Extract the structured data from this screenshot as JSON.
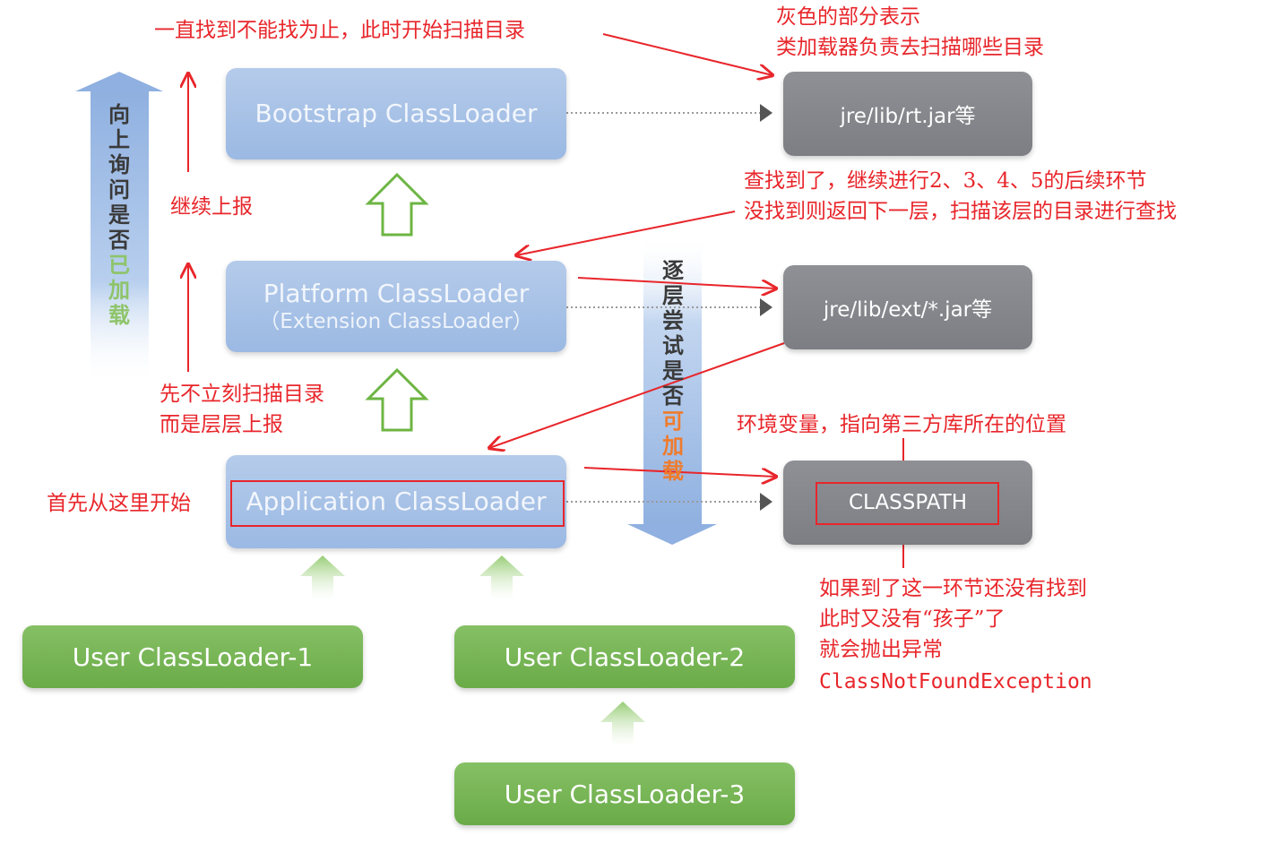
{
  "nodes": {
    "bootstrap": "Bootstrap ClassLoader",
    "platform": "Platform ClassLoader",
    "platform_sub": "（Extension ClassLoader）",
    "application": "Application ClassLoader",
    "user1": "User ClassLoader-1",
    "user2": "User ClassLoader-2",
    "user3": "User ClassLoader-3",
    "dir_rt": "jre/lib/rt.jar等",
    "dir_ext": "jre/lib/ext/*.jar等",
    "dir_classpath": "CLASSPATH"
  },
  "side_labels": {
    "up_ask": [
      "向",
      "上",
      "询",
      "问",
      "是",
      "否"
    ],
    "up_ask_loaded": [
      "已",
      "加",
      "载"
    ],
    "down_try": [
      "逐",
      "层",
      "尝",
      "试",
      "是",
      "否"
    ],
    "down_try_loadable": [
      "可",
      "加",
      "载"
    ]
  },
  "annotations": {
    "top": "一直找到不能找为止，此时开始扫描目录",
    "gray_meaning_1": "灰色的部分表示",
    "gray_meaning_2": "类加载器负责去扫描哪些目录",
    "continue_report": "继续上报",
    "found_1": "查找到了，继续进行2、3、4、5的后续环节",
    "found_2": "没找到则返回下一层，扫描该层的目录进行查找",
    "first_1": "先不立刻扫描目录",
    "first_2": "而是层层上报",
    "env_var": "环境变量，指向第三方库所在的位置",
    "start_here": "首先从这里开始",
    "notfound_1": "如果到了这一环节还没有找到",
    "notfound_2": "此时又没有“孩子”了",
    "notfound_3": "就会抛出异常",
    "notfound_4": "ClassNotFoundException"
  },
  "colors": {
    "annotation_red": "#e8262b",
    "loader_blue": "#a9c3e8",
    "directory_gray": "#85868b",
    "user_green": "#74b352",
    "arrow_green": "#9fd07e",
    "text_dark": "#3a3a3a"
  }
}
